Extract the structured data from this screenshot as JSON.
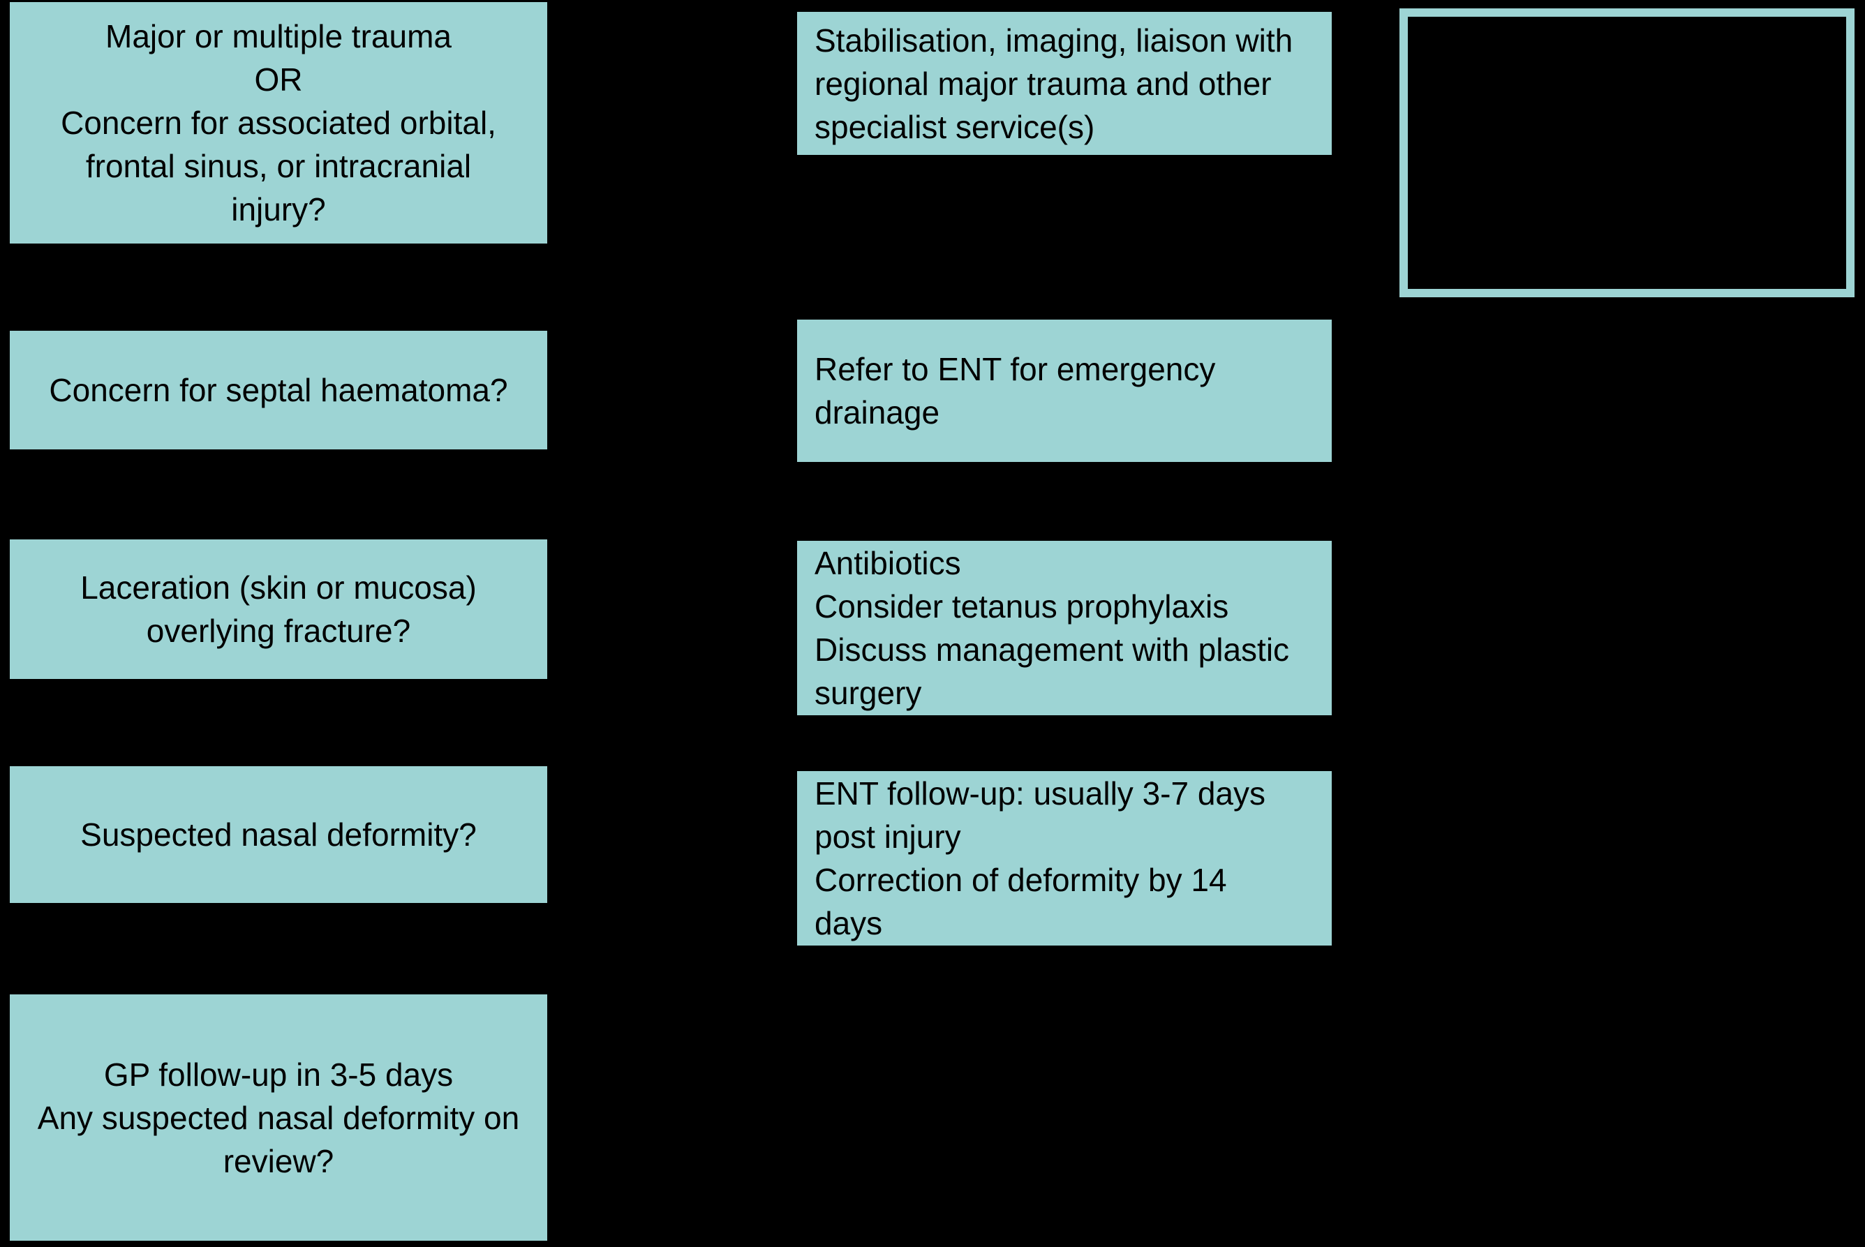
{
  "style": {
    "page_background": "#000000",
    "box_fill": "#9DD4D4",
    "box_text": "#000000",
    "legend_border": "#9DD4D4"
  },
  "flowchart": {
    "questions": {
      "major_trauma": "Major or multiple trauma\nOR\nConcern for associated orbital,\nfrontal sinus, or intracranial\ninjury?",
      "septal_haematoma": "Concern for septal haematoma?",
      "laceration": "Laceration (skin or mucosa)\noverlying fracture?",
      "nasal_deformity": "Suspected nasal deformity?",
      "gp_follow_up": "GP follow-up in 3-5 days\nAny suspected nasal deformity on\nreview?"
    },
    "actions": {
      "stabilisation": "Stabilisation, imaging, liaison with\nregional major trauma and other\nspecialist service(s)",
      "refer_ent": "Refer to ENT for emergency\ndrainage",
      "antibiotics": "Antibiotics\nConsider tetanus prophylaxis\nDiscuss management with plastic\nsurgery",
      "ent_follow_up": "ENT follow-up: usually 3-7 days\npost injury\nCorrection of deformity by 14\ndays"
    },
    "legend": ""
  }
}
